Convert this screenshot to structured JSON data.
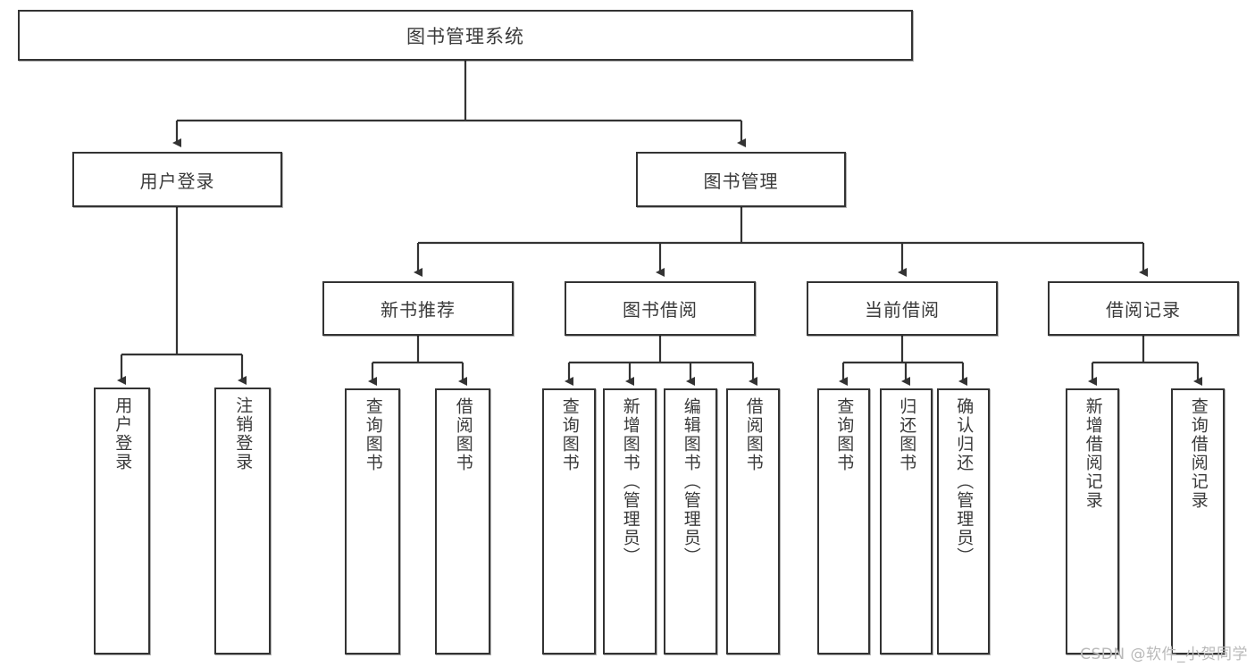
{
  "diagram": {
    "title": "图书管理系统",
    "type": "tree",
    "watermark": "CSDN @软件_小贺同学",
    "colors": {
      "box_border": "#333333",
      "box_fill": "#ffffff",
      "connector": "#333333",
      "text": "#3a3a3a",
      "watermark": "#b9b9b9"
    },
    "nodes": {
      "root": {
        "label": "图书管理系统"
      },
      "level2": [
        {
          "label": "用户登录"
        },
        {
          "label": "图书管理"
        }
      ],
      "level3": [
        {
          "label": "新书推荐"
        },
        {
          "label": "图书借阅"
        },
        {
          "label": "当前借阅"
        },
        {
          "label": "借阅记录"
        }
      ],
      "leaves": {
        "user_login": [
          {
            "label": "用户登录"
          },
          {
            "label": "注销登录"
          }
        ],
        "new_book_recommend": [
          {
            "label": "查询图书"
          },
          {
            "label": "借阅图书"
          }
        ],
        "book_borrow": [
          {
            "label": "查询图书"
          },
          {
            "label": "新增图书（管理员）"
          },
          {
            "label": "编辑图书（管理员）"
          },
          {
            "label": "借阅图书"
          }
        ],
        "current_borrow": [
          {
            "label": "查询图书"
          },
          {
            "label": "归还图书"
          },
          {
            "label": "确认归还（管理员）"
          }
        ],
        "borrow_record": [
          {
            "label": "新增借阅记录"
          },
          {
            "label": "查询借阅记录"
          }
        ]
      }
    }
  }
}
